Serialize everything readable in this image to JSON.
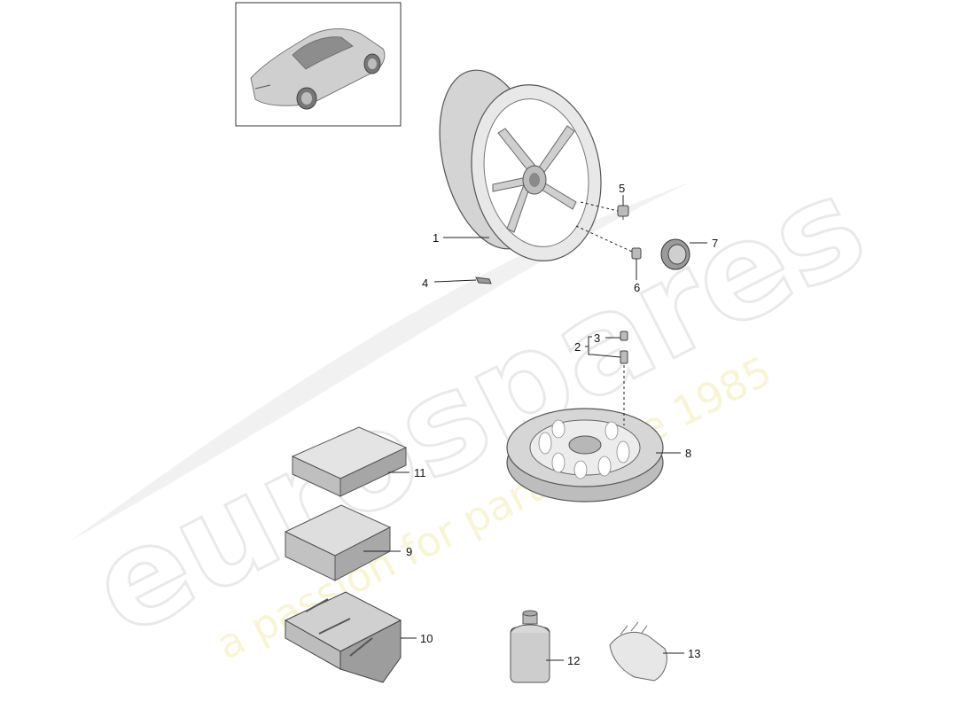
{
  "diagram": {
    "callouts": [
      {
        "id": "1",
        "label": "1"
      },
      {
        "id": "2",
        "label": "2"
      },
      {
        "id": "3",
        "label": "3"
      },
      {
        "id": "4",
        "label": "4"
      },
      {
        "id": "5",
        "label": "5"
      },
      {
        "id": "6",
        "label": "6"
      },
      {
        "id": "7",
        "label": "7"
      },
      {
        "id": "8",
        "label": "8"
      },
      {
        "id": "9",
        "label": "9"
      },
      {
        "id": "10",
        "label": "10"
      },
      {
        "id": "11",
        "label": "11"
      },
      {
        "id": "12",
        "label": "12"
      },
      {
        "id": "13",
        "label": "13"
      }
    ]
  },
  "watermark": {
    "brand": "eurospares",
    "tagline": "a passion for parts since 1985",
    "brand_color": "#dcdcdc",
    "tagline_color": "#f3f0b0"
  },
  "colors": {
    "line": "#1a1a1a",
    "part_fill": "#d9d9d9",
    "part_dark": "#a9a9a9"
  }
}
